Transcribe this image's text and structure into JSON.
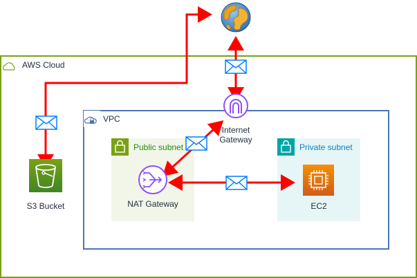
{
  "groups": {
    "aws_cloud": {
      "label": "AWS Cloud",
      "border_color": "#7AA116"
    },
    "vpc": {
      "label": "VPC",
      "border_color": "#4D72B8"
    },
    "public_subnet": {
      "label": "Public subnet",
      "fill_color": "#F2F6E8",
      "label_color": "#248814",
      "icon_color": "#7AA116"
    },
    "private_subnet": {
      "label": "Private subnet",
      "fill_color": "#E6F6F7",
      "label_color": "#147EBA",
      "icon_color": "#00A4A6"
    }
  },
  "nodes": {
    "internet": {
      "icon": "globe-icon"
    },
    "internet_gateway": {
      "label_line1": "Internet",
      "label_line2": "Gateway",
      "icon": "internet-gateway-icon",
      "color": "#8C4FFF"
    },
    "s3": {
      "label": "S3 Bucket",
      "icon": "bucket-icon",
      "color": "#3F8624"
    },
    "nat": {
      "label": "NAT Gateway",
      "icon": "nat-gateway-icon",
      "color": "#8C4FFF"
    },
    "ec2": {
      "label": "EC2",
      "icon": "chip-icon",
      "color": "#ED7100"
    }
  },
  "edges": {
    "color": "#FF0000",
    "message_icon": "envelope-icon",
    "message_color": "#007FFF"
  }
}
